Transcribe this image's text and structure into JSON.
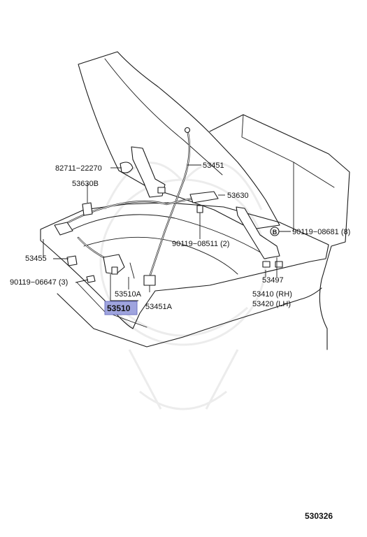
{
  "parts": {
    "p_82711": "82711−22270",
    "p_53630B": "53630B",
    "p_53451": "53451",
    "p_53630": "53630",
    "p_90119_08681": "90119−08681 (8)",
    "p_90119_08511": "90119−08511 (2)",
    "p_53455": "53455",
    "p_90119_06647": "90119−06647 (3)",
    "p_53497": "53497",
    "p_53410": "53410 (RH)",
    "p_53420": "53420 (LH)",
    "p_53510A": "53510A",
    "p_53451A": "53451A",
    "p_53510": "53510"
  },
  "diagram_number": "530326",
  "colors": {
    "highlight_fill": "#9fa4de",
    "line": "#1a1a1a",
    "watermark": "#ececec"
  }
}
